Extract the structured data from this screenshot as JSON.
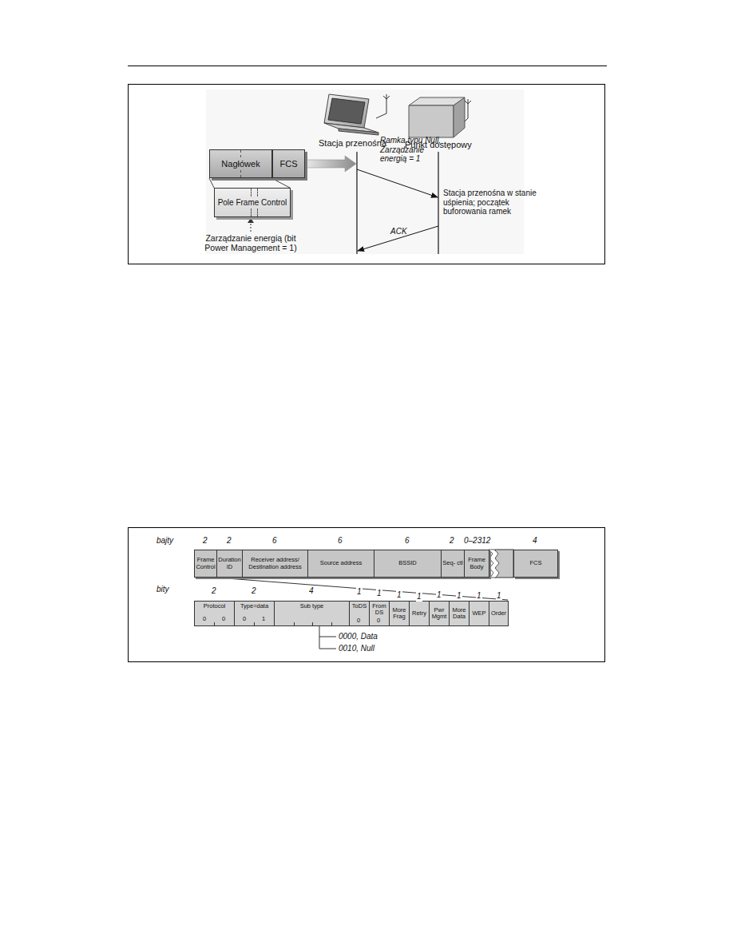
{
  "diagram": {
    "nodes": [
      {
        "text": [
          "Nagłówek"
        ]
      },
      {
        "text": [
          "FCS"
        ]
      },
      {
        "text": [
          "Pole Frame Control"
        ]
      },
      {
        "text": [
          "Frame Control"
        ]
      },
      {
        "text": [
          "Duration ID"
        ]
      },
      {
        "text": [
          "Receiver address/ Destination address"
        ]
      },
      {
        "text": [
          "Source address"
        ]
      },
      {
        "text": [
          "BSSID"
        ]
      },
      {
        "text": [
          "Seq- ctl"
        ]
      },
      {
        "text": [
          "Frame Body"
        ]
      },
      {
        "text": [
          "FCS"
        ]
      },
      {
        "text": [
          "Protocol"
        ]
      },
      {
        "text": [
          "Type=data"
        ]
      },
      {
        "text": [
          "Sub type"
        ]
      },
      {
        "text": [
          "ToDS"
        ]
      },
      {
        "text": [
          "From DS"
        ]
      },
      {
        "text": [
          "More Frag"
        ]
      },
      {
        "text": [
          "Retry"
        ]
      },
      {
        "text": [
          "Pwr Mgmt"
        ]
      },
      {
        "text": [
          "More Data"
        ]
      },
      {
        "text": [
          "WEP"
        ]
      },
      {
        "text": [
          "Order"
        ]
      }
    ],
    "labels": [
      "Stacja przenośna",
      "Punkt dostępowy",
      "Ramka typu Null, Zarządzanie energią = 1",
      "Stacja przenośna w stanie uśpienia; początek buforowania ramek",
      "ACK",
      "Zarządzanie energią (bit Power Management = 1)",
      "bajty",
      "2",
      "2",
      "6",
      "6",
      "6",
      "2",
      "0–2312",
      "4",
      "bity",
      "2",
      "2",
      "4",
      "1",
      "1",
      "1",
      "1",
      "1",
      "1",
      "1",
      "1",
      "0",
      "0",
      "0",
      "1",
      "0",
      "0",
      "0000, Data",
      "0010, Null"
    ]
  }
}
